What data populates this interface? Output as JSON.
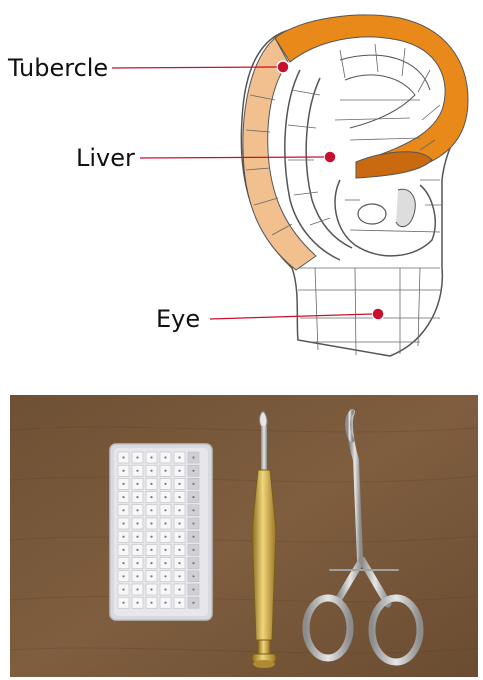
{
  "diagram": {
    "labels": [
      {
        "id": "tubercle",
        "text": "Tubercle"
      },
      {
        "id": "liver",
        "text": "Liver"
      },
      {
        "id": "eye",
        "text": "Eye"
      }
    ],
    "colors": {
      "point": "#c8102e",
      "pointer_line": "#c8102e",
      "helix_dark": "#e8891a",
      "helix_light": "#f2c08e",
      "outline": "#555555"
    }
  },
  "photo": {
    "items": [
      "ear-seed-tape-sheet",
      "probe-tool",
      "hemostat-forceps"
    ],
    "colors": {
      "table": "#7a5a3c",
      "tool_gold": "#c9a23c",
      "steel": "#b8b8b8"
    }
  }
}
